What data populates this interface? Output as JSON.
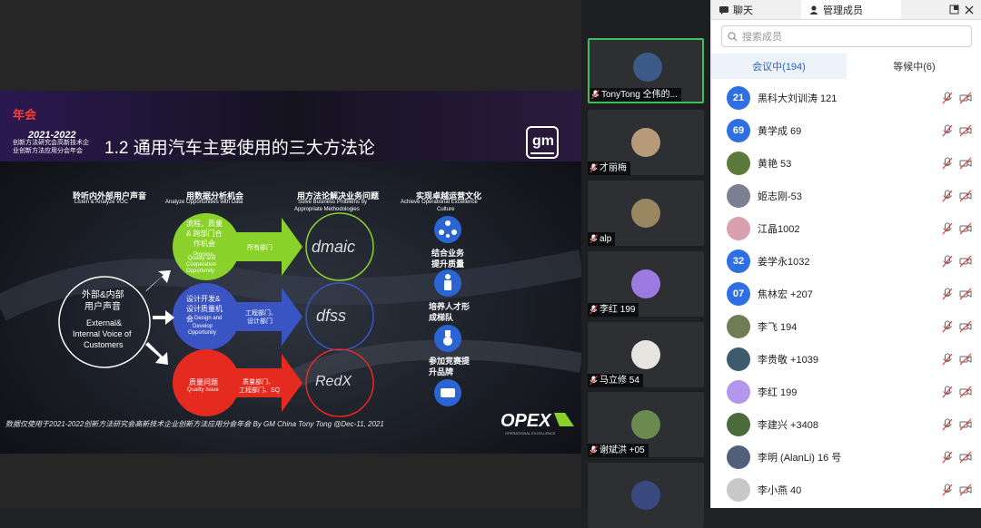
{
  "slide": {
    "badge_year": "年会",
    "badge_years": "2021-2022",
    "badge_line1": "创新方法研究会高新技术企",
    "badge_line2": "业创新方法应用分会年会",
    "title": "1.2 通用汽车主要使用的三大方法论",
    "logo": "gm",
    "col1_cn": "聆听内外部用户声音",
    "col1_en": "Listen & Analyze VOC",
    "col2_cn": "用数据分析机会",
    "col2_en": "Analyze Opportunities with Data",
    "col3_cn": "用方法论解决业务问题",
    "col3_en1": "Solve Business Problems by",
    "col3_en2": "Appropriate Methodologies",
    "col4_cn": "实现卓越运营文化",
    "col4_en1": "Achieve Operational Excellence",
    "col4_en2": "Culture",
    "voice_cn1": "外部&内部",
    "voice_cn2": "用户声音",
    "voice_en1": "External&",
    "voice_en2": "Internal Voice of",
    "voice_en3": "Customers",
    "c1_cn1": "流程、质量",
    "c1_cn2": "& 跨部门合",
    "c1_cn3": "作机会",
    "c1_en1": "Process、",
    "c1_en2": "Quality and",
    "c1_en3": "Cooperation",
    "c1_en4": "Opportunity",
    "c2_cn1": "设计开发&",
    "c2_cn2": "设计质量机",
    "c2_cn3": "会",
    "c2_en1": "Design and",
    "c2_en2": "Develop",
    "c2_en3": "Opportunity",
    "c3_cn": "质量问题",
    "c3_en": "Quality Issue",
    "a1": "所有部门",
    "a2_1": "工程部门、",
    "a2_2": "设计部门",
    "a3_1": "质量部门、",
    "a3_2": "工程部门、SQ",
    "m1": "dmaic",
    "m2": "dfss",
    "m3": "RedX",
    "r1_1": "结合业务",
    "r1_2": "提升质量",
    "r2_1": "培养人才形",
    "r2_2": "成梯队",
    "r3_1": "参加竞赛提",
    "r3_2": "升品牌",
    "footer": "数据仅使用于2021-2022创新方法研究会高新技术企业创新方法应用分会年会 By GM China Tony Tong @Dec-11, 2021",
    "opex": "OPEX",
    "opex_sub": "OPERATIONAL EXCELLENCE"
  },
  "tiles": [
    {
      "name": "TonyTong 仝伟的...",
      "avatar_color": "#3c5a88",
      "active": true
    },
    {
      "name": "才丽梅",
      "avatar_color": "#b69a7a",
      "active": false
    },
    {
      "name": "alp",
      "avatar_color": "#9a8660",
      "active": false
    },
    {
      "name": "李红 199",
      "avatar_color": "#9d7ae0",
      "active": false
    },
    {
      "name": "马立修 54",
      "avatar_color": "#e8e4e0",
      "active": false
    },
    {
      "name": "谢斌洪 +05",
      "avatar_color": "#6b8a4f",
      "active": false
    },
    {
      "name": "",
      "avatar_color": "#3a4a80",
      "active": false
    }
  ],
  "panel": {
    "tab_chat": "聊天",
    "tab_members": "管理成员",
    "search_placeholder": "搜索成员",
    "in_meeting": "会议中(194)",
    "waiting": "等候中(6)",
    "members": [
      {
        "name": "黑科大刘训涛 121",
        "badge": "21",
        "color": "#2f6fe4"
      },
      {
        "name": "黄学成 69",
        "badge": "69",
        "color": "#2f6fe4"
      },
      {
        "name": "黄艳 53",
        "badge": "",
        "color": "#5c7a3a"
      },
      {
        "name": "姬志刚-53",
        "badge": "",
        "color": "#7a8090"
      },
      {
        "name": "江晶1002",
        "badge": "",
        "color": "#d9a0b0"
      },
      {
        "name": "姜学永1032",
        "badge": "32",
        "color": "#2f6fe4"
      },
      {
        "name": "焦林宏 +207",
        "badge": "07",
        "color": "#2f6fe4"
      },
      {
        "name": "李飞 194",
        "badge": "",
        "color": "#6e7d56"
      },
      {
        "name": "李贵敬 +1039",
        "badge": "",
        "color": "#3d5a6e"
      },
      {
        "name": "李红 199",
        "badge": "",
        "color": "#b497ec"
      },
      {
        "name": "李建兴 +3408",
        "badge": "",
        "color": "#4b6b3a"
      },
      {
        "name": "李明 (AlanLi) 16 号",
        "badge": "",
        "color": "#50607a"
      },
      {
        "name": "李小燕 40",
        "badge": "",
        "color": "#c8c8c8"
      }
    ]
  }
}
